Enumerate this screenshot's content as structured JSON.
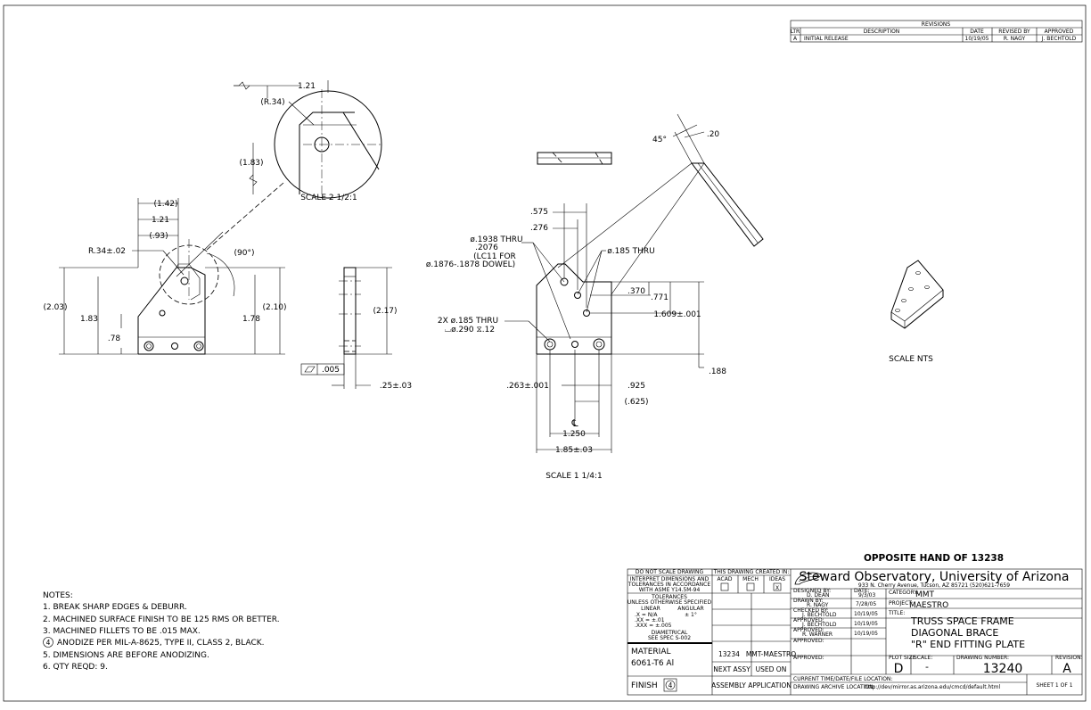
{
  "revisions": {
    "title": "REVISIONS",
    "headers": [
      "LTR",
      "DESCRIPTION",
      "DATE",
      "REVISED BY",
      "APPROVED"
    ],
    "rows": [
      [
        "A",
        "INITIAL RELEASE",
        "10/19/05",
        "R. NAGY",
        "J. BECHTOLD"
      ]
    ]
  },
  "detail_view": {
    "dim_121": "1.21",
    "dim_r34": "(R.34)",
    "dim_183": "(1.83)",
    "scale": "SCALE 2 1/2:1"
  },
  "front_view": {
    "dim_142": "(1.42)",
    "dim_121": "1.21",
    "dim_93": "(.93)",
    "dim_r34": "R.34±.02",
    "dim_90": "(90°)",
    "dim_203": "(2.03)",
    "dim_183": "1.83",
    "dim_78": ".78",
    "dim_210": "(2.10)",
    "dim_178": "1.78"
  },
  "side_view": {
    "dim_217": "(2.17)",
    "flatness": ".005",
    "thickness": ".25±.03"
  },
  "top_view": {
    "angle": "45°",
    "dim_20": ".20"
  },
  "hole_view": {
    "dim_575": ".575",
    "dim_276": ".276",
    "callout_dowel": [
      "ø.1938 THRU",
      ".2076",
      "(LC11 FOR",
      "ø.1876-.1878 DOWEL)"
    ],
    "callout_thru": "ø.185 THRU",
    "dim_370": ".370",
    "dim_771": ".771",
    "dim_1609": "1.609±.001",
    "callout_cbore": [
      "2X ø.185 THRU",
      "⌴ø.290 ⧖.12"
    ],
    "dim_188": ".188",
    "dim_263": ".263±.001",
    "dim_925": ".925",
    "dim_625": "(.625)",
    "centerline": "℄",
    "dim_1250": "1.250",
    "dim_185": "1.85±.03",
    "scale": "SCALE 1 1/4:1"
  },
  "iso_view": {
    "scale": "SCALE NTS"
  },
  "opposite_hand": "OPPOSITE HAND OF 13238",
  "notes": {
    "title": "NOTES:",
    "items": [
      "1. BREAK SHARP EDGES & DEBURR.",
      "2. MACHINED SURFACE FINISH TO BE 125 RMS OR BETTER.",
      "3. MACHINED FILLETS TO BE .015 MAX.",
      "4",
      "ANODIZE PER MIL-A-8625, TYPE II, CLASS 2, BLACK.",
      "5. DIMENSIONS ARE BEFORE ANODIZING.",
      "6. QTY REQD: 9."
    ]
  },
  "title_block": {
    "do_not_scale": "DO NOT SCALE DRAWING",
    "interpret": [
      "INTERPRET DIMENSIONS AND",
      "TOLERANCES IN ACCORDANCE",
      "WITH ASME Y14.5M-94"
    ],
    "tolerances": [
      "TOLERANCES",
      "UNLESS OTHERWISE SPECIFIED"
    ],
    "linear": "LINEAR",
    "angular": "ANGULAR",
    "tol_rows": [
      ".X  = N/A",
      ".XX  = ±.01",
      ".XXX = ±.005"
    ],
    "tol_angular": "± 1°",
    "diametrical": "DIAMETRICAL",
    "see_spec": "SEE SPEC S-002",
    "created_in": "THIS DRAWING CREATED IN:",
    "cad": [
      "ACAD",
      "MECH",
      "IDEAS"
    ],
    "ideas_mark": "X",
    "material_label": "MATERIAL",
    "material": "6061-T6 Al",
    "finish_label": "FINISH",
    "finish_note": "4",
    "next_assy_num": "13234",
    "next_assy_name": "MMT-MAESTRO",
    "next_assy": "NEXT ASSY",
    "used_on": "USED ON",
    "assembly_application": "ASSEMBLY APPLICATION",
    "org": "Steward Observatory, University of Arizona",
    "address": "933 N. Cherry Avenue, Tucson, AZ 85721  (520)621-7659",
    "designed_by_label": "DESIGNED BY:",
    "designed_by": "D. DEAN",
    "designed_date_label": "DATE:",
    "designed_date": "9/3/03",
    "drawn_by_label": "DRAWN BY:",
    "drawn_by": "R. NAGY",
    "drawn_date": "7/28/05",
    "checked_by_label": "CHECKED BY:",
    "checked_by": "J. BECHTOLD",
    "checked_date": "10/19/05",
    "approved_label": "APPROVED:",
    "approved1": "J. BECHTOLD",
    "approved1_date": "10/19/05",
    "approved2": "R. WARNER",
    "approved2_date": "10/19/05",
    "category_label": "CATEGORY:",
    "category": "MMT",
    "project_label": "PROJECT:",
    "project": "MAESTRO",
    "title_label": "TITLE:",
    "title_lines": [
      "TRUSS SPACE FRAME",
      "DIAGONAL BRACE",
      "\"R\" END FITTING PLATE"
    ],
    "plot_size_label": "PLOT SIZE",
    "plot_size": "D",
    "scale_label": "SCALE:",
    "scale": "-",
    "drawing_number_label": "DRAWING NUMBER:",
    "drawing_number": "13240",
    "revision_label": "REVISION:",
    "revision": "A",
    "current_time_label": "CURRENT TIME/DATE/FILE LOCATION:",
    "archive_label": "DRAWING ARCHIVE LOCATION:",
    "archive_url": "http://dev/mirror.as.arizona.edu/cmcd/default.html",
    "sheet": "SHEET 1 OF 1"
  }
}
